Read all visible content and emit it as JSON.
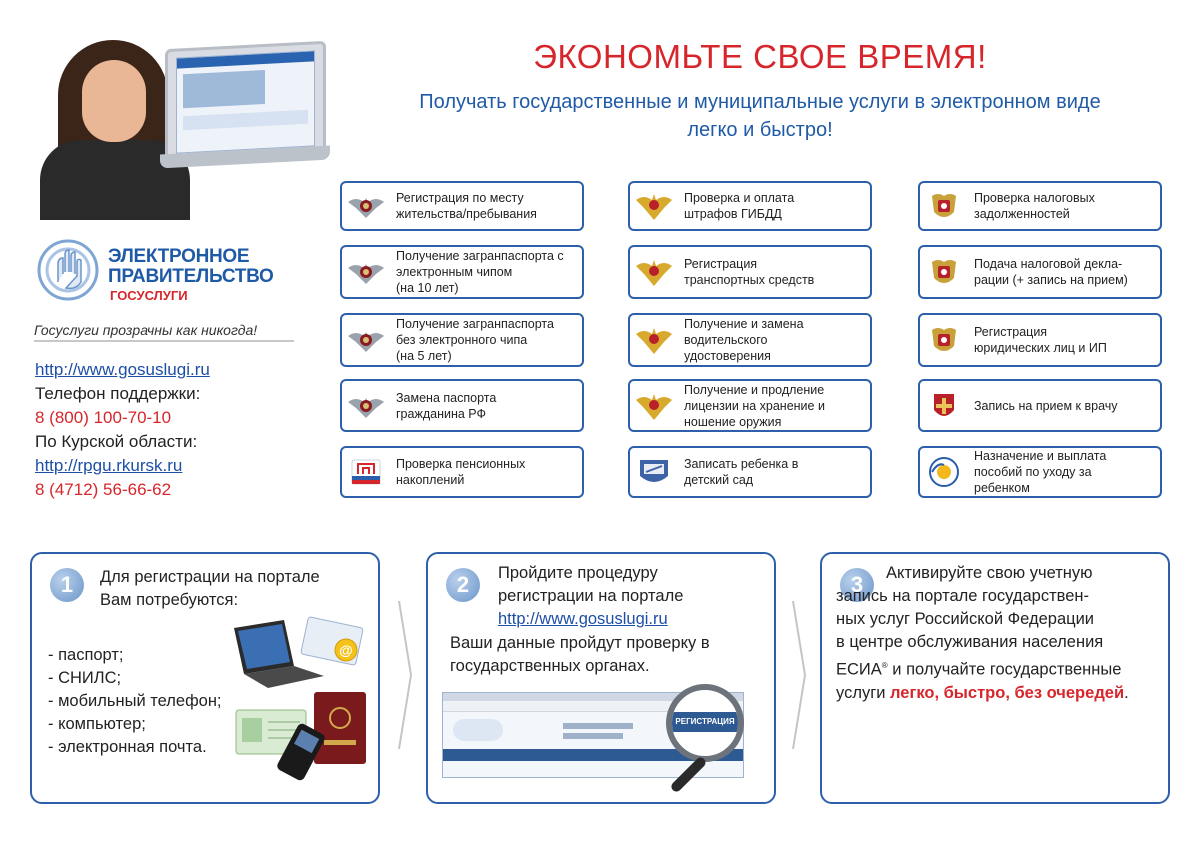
{
  "header": {
    "title": "ЭКОНОМЬТЕ СВОЕ ВРЕМЯ!",
    "subtitle_line1": "Получать государственные и муниципальные услуги в электронном виде",
    "subtitle_line2": "легко и быстро!"
  },
  "logo": {
    "line1": "ЭЛЕКТРОННОЕ",
    "line2": "ПРАВИТЕЛЬСТВО",
    "line3": "ГОСУСЛУГИ",
    "slogan": "Госуслуги прозрачны как никогда!"
  },
  "contacts": {
    "site": "http://www.gosuslugi.ru",
    "support_label": "Телефон поддержки:",
    "support_phone": "8 (800) 100-70-10",
    "region_label": "По Курской области:",
    "region_site": "http://rpgu.rkursk.ru",
    "region_phone": "8 (4712) 56-66-62"
  },
  "services": {
    "col1": [
      {
        "label": "Регистрация по месту\nжительства/пребывания",
        "icon": "fms-emblem-icon"
      },
      {
        "label": "Получение загранпаспорта с\nэлектронным чипом\n(на 10 лет)",
        "icon": "fms-emblem-icon"
      },
      {
        "label": "Получение загранпаспорта\nбез электронного чипа\n(на 5 лет)",
        "icon": "fms-emblem-icon"
      },
      {
        "label": "Замена паспорта\nгражданина РФ",
        "icon": "fms-emblem-icon"
      },
      {
        "label": "Проверка пенсионных\nнакоплений",
        "icon": "pension-fund-icon"
      }
    ],
    "col2": [
      {
        "label": "Проверка и оплата\nштрафов ГИБДД",
        "icon": "mvd-emblem-icon"
      },
      {
        "label": "Регистрация\nтранспортных средств",
        "icon": "mvd-emblem-icon"
      },
      {
        "label": "Получение и замена\nводительского\nудостоверения",
        "icon": "mvd-emblem-icon"
      },
      {
        "label": "Получение и продление\nлицензии на хранение и\nношение оружия",
        "icon": "mvd-emblem-icon"
      },
      {
        "label": "Записать ребенка в\nдетский сад",
        "icon": "kursk-coat-icon"
      }
    ],
    "col3": [
      {
        "label": "Проверка налоговых\nзадолженностей",
        "icon": "tax-emblem-icon"
      },
      {
        "label": "Подача налоговой декла-\nрации (+ запись на прием)",
        "icon": "tax-emblem-icon"
      },
      {
        "label": "Регистрация\nюридических лиц и ИП",
        "icon": "tax-emblem-icon"
      },
      {
        "label": "Запись на прием к врачу",
        "icon": "health-emblem-icon"
      },
      {
        "label": "Назначение и выплата\nпособий по уходу за\nребенком",
        "icon": "social-fund-icon"
      }
    ]
  },
  "steps": [
    {
      "number": "1",
      "intro": "Для регистрации на портале\nВам потребуются:",
      "items": [
        "- паспорт;",
        "- СНИЛС;",
        "- мобильный телефон;",
        "- компьютер;",
        "- электронная почта."
      ]
    },
    {
      "number": "2",
      "line1": "Пройдите процедуру\nрегистрации на портале",
      "link": "http://www.gosuslugi.ru",
      "line2": "Ваши данные пройдут проверку в\nгосударственных органах.",
      "screenshot_button": "РЕГИСТРАЦИЯ"
    },
    {
      "number": "3",
      "text_a": "Активируйте свою учетную\nзапись на портале государствен-\nных услуг Российской Федерации\nв центре обслуживания населения\nЕСИА",
      "text_b": " и получайте государственные\nуслуги ",
      "highlight": "легко, быстро, без очередей",
      "end": "."
    }
  ],
  "colors": {
    "accent_red": "#d7262b",
    "brand_blue": "#1f5aa6",
    "border_blue": "#2d5faa"
  }
}
